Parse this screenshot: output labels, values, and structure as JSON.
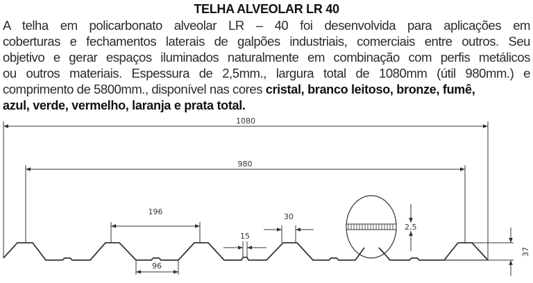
{
  "title": "TELHA ALVEOLAR LR 40",
  "paragraph": {
    "lines": [
      "A telha em policarbonato alveolar LR – 40 foi desenvolvida para aplicações em",
      "coberturas e fechamentos laterais de galpões industriais, comerciais entre outros. Seu",
      "objetivo e gerar espaços iluminados naturalmente em combinação com perfis metálicos",
      "ou outros materiais. Espessura de 2,5mm., largura total de 1080mm (útil 980mm.) e",
      "comprimento de 5800mm., disponível nas cores "
    ],
    "colors_line1": "cristal, branco leitoso, bronze, fumê,",
    "colors_line2": "azul, verde, vermelho, laranja e prata total."
  },
  "diagram": {
    "dim_total_width": "1080",
    "dim_useful_width": "980",
    "dim_pitch": "196",
    "dim_valley": "96",
    "dim_rib": "15",
    "dim_crest": "30",
    "dim_thickness": "2,5",
    "dim_height": "37"
  }
}
